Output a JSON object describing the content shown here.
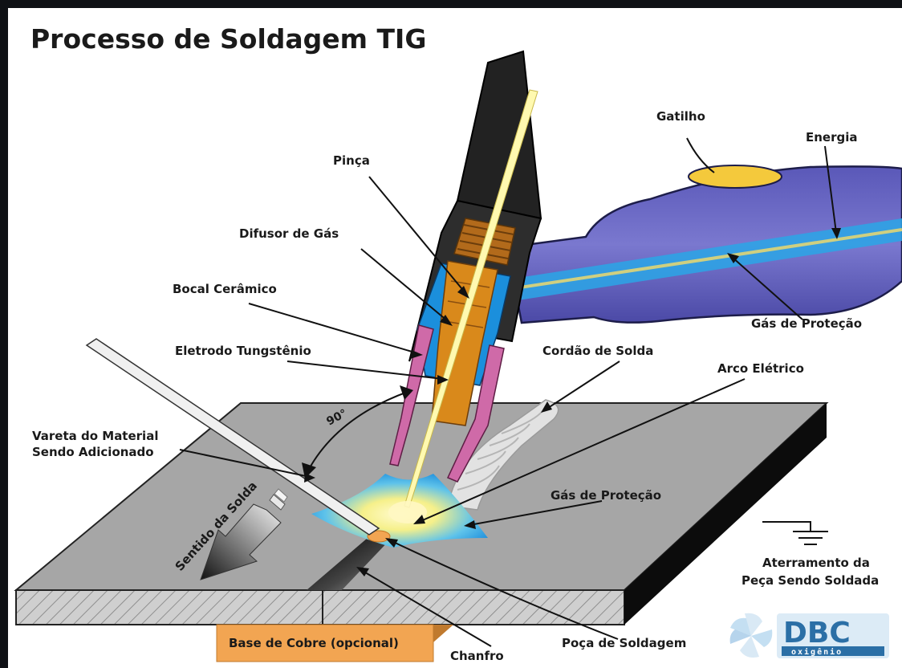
{
  "title": "Processo de Soldagem TIG",
  "labels": {
    "pinca": "Pinça",
    "difusor": "Difusor de Gás",
    "bocal": "Bocal Cerâmico",
    "eletrodo": "Eletrodo Tungstênio",
    "vareta_1": "Vareta do Material",
    "vareta_2": "Sendo Adicionado",
    "sentido": "Sentido da Solda",
    "angulo": "90°",
    "gatilho": "Gatilho",
    "energia": "Energia",
    "gas_protecao_hose": "Gás de Proteção",
    "cordao": "Cordão de Solda",
    "arco": "Arco Elétrico",
    "gas_protecao_plate": "Gás de Proteção",
    "aterramento_1": "Aterramento da",
    "aterramento_2": "Peça Sendo Soldada",
    "base_cobre": "Base de Cobre (opcional)",
    "chanfro": "Chanfro",
    "poca": "Poça de Soldagem"
  },
  "logo": {
    "name": "DBC",
    "subtitle": "oxigênio"
  },
  "colors": {
    "plate_top": "#a6a6a6",
    "plate_front": "#d0d0d0",
    "torch_handle": "#7472c9",
    "trigger": "#f4c93c",
    "nozzle_pink": "#cf6aa8",
    "collet_orange": "#d9891b",
    "gas_blue": "#1b8fdc",
    "arc_yellow": "#fff17a",
    "copper_base": "#f2a552"
  }
}
